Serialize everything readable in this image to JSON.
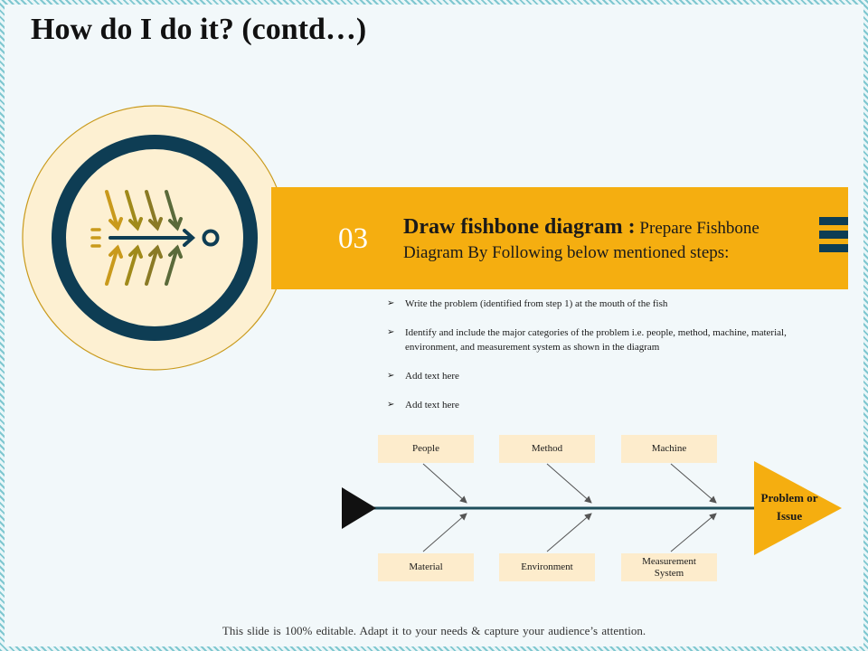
{
  "slide": {
    "title": "How do I do it? (contd…)",
    "footer": "This slide is 100% editable. Adapt it to your needs & capture your audience’s attention."
  },
  "step": {
    "number": "03",
    "heading": "Draw fishbone diagram :",
    "description": "Prepare Fishbone Diagram By Following below mentioned steps:"
  },
  "bullets": [
    "Write the problem (identified from step 1) at the mouth of the fish",
    "Identify and include the major categories of the problem i.e. people, method, machine, material, environment, and measurement system as shown in the diagram",
    "Add text here",
    "Add text here"
  ],
  "diagram": {
    "top_categories": [
      "People",
      "Method",
      "Machine"
    ],
    "bottom_categories": [
      "Material",
      "Environment",
      "Measurement System"
    ],
    "head_label": "Problem or Issue"
  },
  "colors": {
    "accent": "#f5ae10",
    "dark": "#0e3d54",
    "cream": "#fdf0d2",
    "box": "#fdeccc",
    "arrow_gold": "#c99a1c",
    "arrow_olive": "#a08a1a",
    "arrow_green": "#5a6a3a"
  },
  "icons": [
    "fishbone-icon",
    "menu-bars-icon",
    "bullet-arrow-icon"
  ]
}
